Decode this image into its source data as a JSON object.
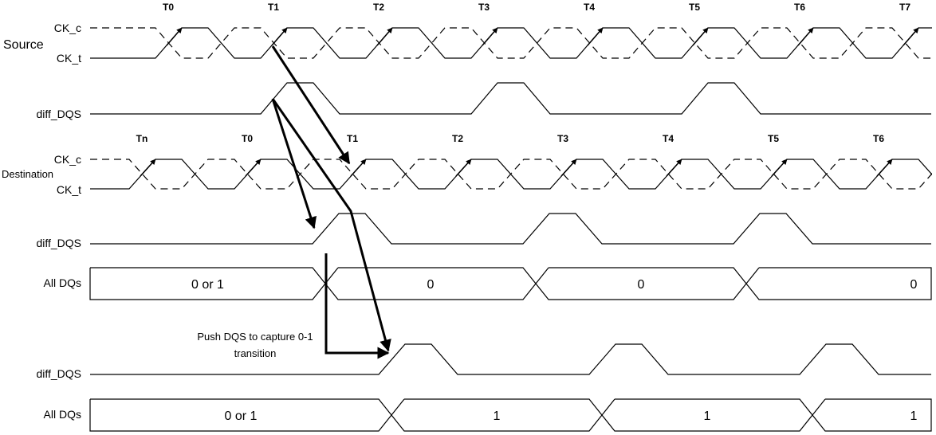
{
  "source": {
    "group_label": "Source",
    "ck_c": "CK_c",
    "ck_t": "CK_t",
    "clock_ticks": [
      "T0",
      "T1",
      "T2",
      "T3",
      "T4",
      "T5",
      "T6",
      "T7"
    ],
    "dqs_label": "diff_DQS"
  },
  "destination": {
    "group_label": "Destination",
    "ck_c": "CK_c",
    "ck_t": "CK_t",
    "clock_ticks": [
      "Tn",
      "T0",
      "T1",
      "T2",
      "T3",
      "T4",
      "T5",
      "T6"
    ],
    "dqs_label": "diff_DQS",
    "dq_label": "All DQs",
    "dq_values": [
      "0 or 1",
      "0",
      "0",
      "0"
    ]
  },
  "pushed": {
    "dqs_label": "diff_DQS",
    "dq_label": "All DQs",
    "dq_values": [
      "0 or 1",
      "1",
      "1",
      "1"
    ],
    "annotation_line1": "Push DQS to capture 0-1",
    "annotation_line2": "transition"
  }
}
